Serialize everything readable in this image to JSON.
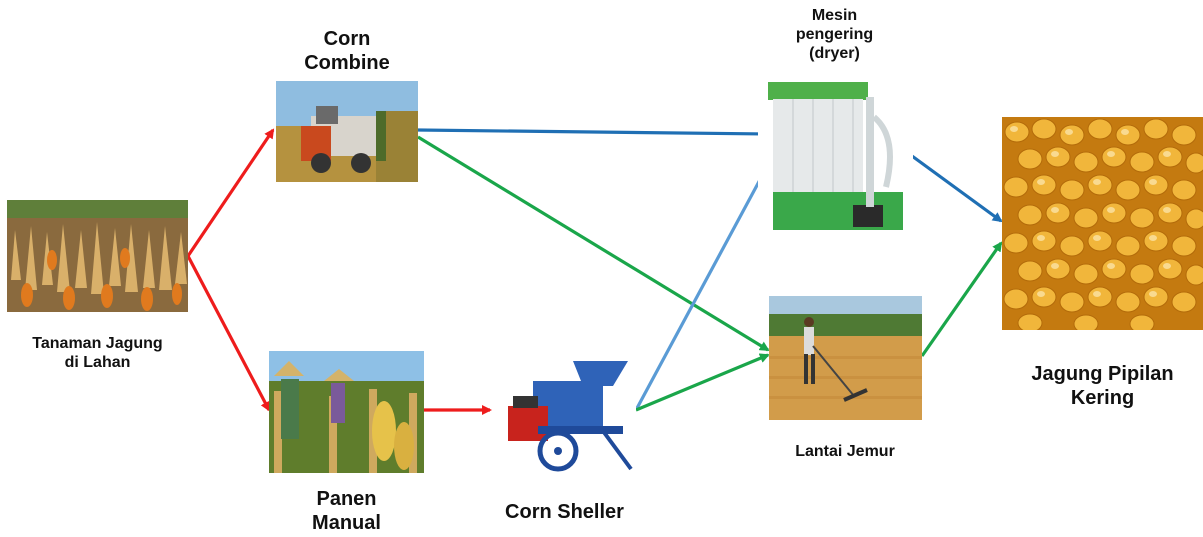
{
  "nodes": {
    "field": {
      "lines": [
        "Tanaman Jagung",
        "di Lahan"
      ]
    },
    "combine": {
      "lines": [
        "Corn",
        "Combine"
      ]
    },
    "manual": {
      "lines": [
        "Panen",
        "Manual"
      ]
    },
    "sheller": {
      "lines": [
        "Corn Sheller"
      ]
    },
    "dryer": {
      "lines": [
        "Mesin",
        "pengering",
        "(dryer)"
      ]
    },
    "floor": {
      "lines": [
        "Lantai Jemur"
      ]
    },
    "kernels": {
      "lines": [
        "Jagung Pipilan",
        "Kering"
      ]
    }
  },
  "edges": [
    {
      "from": "field",
      "to": "combine",
      "color": "#ee1c1c"
    },
    {
      "from": "field",
      "to": "manual",
      "color": "#ee1c1c"
    },
    {
      "from": "manual",
      "to": "sheller",
      "color": "#ee1c1c"
    },
    {
      "from": "combine",
      "to": "dryer",
      "color": "#1f6fb4"
    },
    {
      "from": "combine",
      "to": "floor",
      "color": "#1aa64a"
    },
    {
      "from": "sheller",
      "to": "dryer",
      "color": "#5a9bd5"
    },
    {
      "from": "sheller",
      "to": "floor",
      "color": "#1aa64a"
    },
    {
      "from": "dryer",
      "to": "kernels",
      "color": "#1f6fb4"
    },
    {
      "from": "floor",
      "to": "kernels",
      "color": "#1aa64a"
    }
  ]
}
